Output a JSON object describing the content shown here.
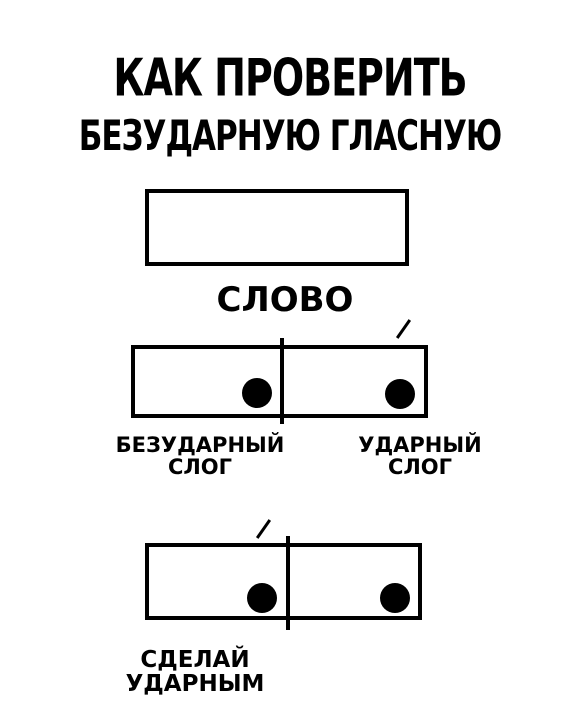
{
  "title": {
    "line1": "КАК ПРОВЕРИТЬ",
    "line2": "БЕЗУДАРНУЮ ГЛАСНУЮ"
  },
  "word_label": "СЛОВО",
  "syllables": {
    "unstressed_line1": "БЕЗУДАРНЫЙ",
    "unstressed_line2": "СЛОГ",
    "stressed_line1": "УДАРНЫЙ",
    "stressed_line2": "СЛОГ"
  },
  "action": {
    "line1": "СДЕЛАЙ",
    "line2": "УДАРНЫМ"
  }
}
